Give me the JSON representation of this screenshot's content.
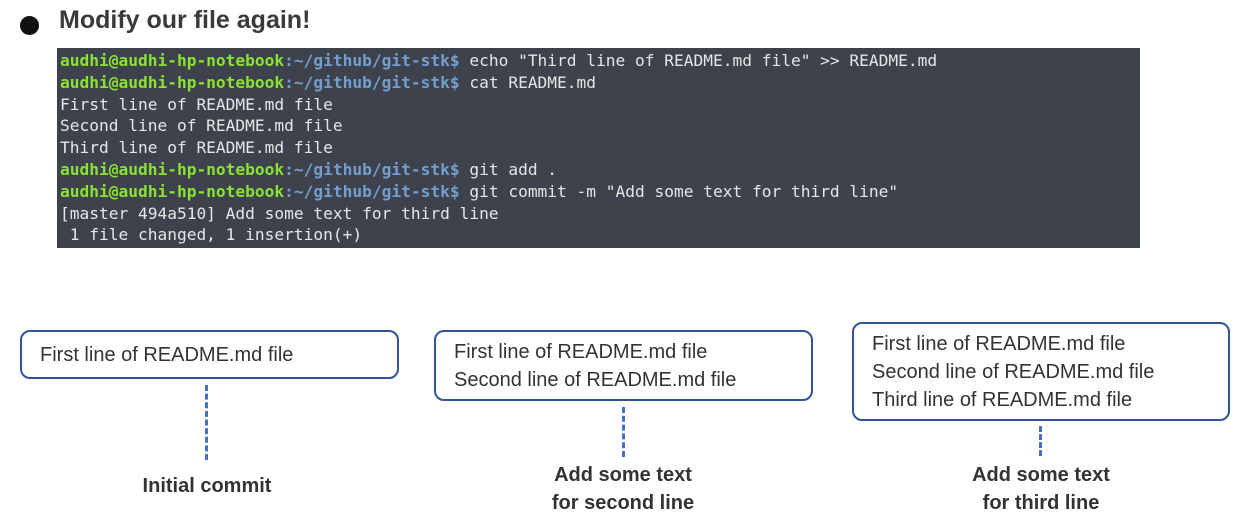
{
  "title": "Modify our file again!",
  "terminal": {
    "prompt_user": "audhi@audhi-hp-notebook",
    "prompt_path": ":~/github/git-stk$",
    "lines": [
      {
        "type": "cmd",
        "text": " echo \"Third line of README.md file\" >> README.md"
      },
      {
        "type": "cmd",
        "text": " cat README.md"
      },
      {
        "type": "out",
        "text": "First line of README.md file"
      },
      {
        "type": "out",
        "text": "Second line of README.md file"
      },
      {
        "type": "out",
        "text": "Third line of README.md file"
      },
      {
        "type": "cmd",
        "text": " git add ."
      },
      {
        "type": "cmd",
        "text": " git commit -m \"Add some text for third line\""
      },
      {
        "type": "out",
        "text": "[master 494a510] Add some text for third line"
      },
      {
        "type": "out",
        "text": " 1 file changed, 1 insertion(+)"
      }
    ]
  },
  "commits": [
    {
      "lines": [
        "First line of README.md file"
      ],
      "label": [
        "Initial commit"
      ]
    },
    {
      "lines": [
        "First line of README.md file",
        "Second line of README.md file"
      ],
      "label": [
        "Add some text",
        "for second line"
      ]
    },
    {
      "lines": [
        "First line of README.md file",
        "Second line of README.md file",
        "Third line of README.md file"
      ],
      "label": [
        "Add some text",
        "for third line"
      ]
    }
  ]
}
